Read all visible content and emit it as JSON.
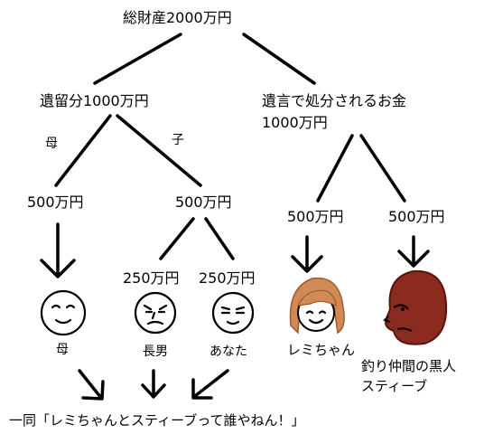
{
  "diagram": {
    "total": "総財産2000万円",
    "legal_share": "遺留分1000万円",
    "will_share_line1": "遺言で処分されるお金",
    "will_share_line2": "1000万円",
    "mother_rel": "母",
    "child_rel": "子",
    "amount_500_a": "500万円",
    "amount_500_b": "500万円",
    "amount_500_c": "500万円",
    "amount_500_d": "500万円",
    "amount_250_a": "250万円",
    "amount_250_b": "250万円",
    "heir_mother": "母",
    "heir_eldest_son": "長男",
    "heir_you": "あなた",
    "remi": "レミちゃん",
    "steve_line1": "釣り仲間の黒人",
    "steve_line2": "スティーブ",
    "caption": "一同「レミちゃんとスティーブって誰やねん！」"
  },
  "colors": {
    "line": "#000000",
    "remi_hair": "#d08a55",
    "steve_face": "#8b2a1e",
    "steve_shade": "#5a140c"
  }
}
